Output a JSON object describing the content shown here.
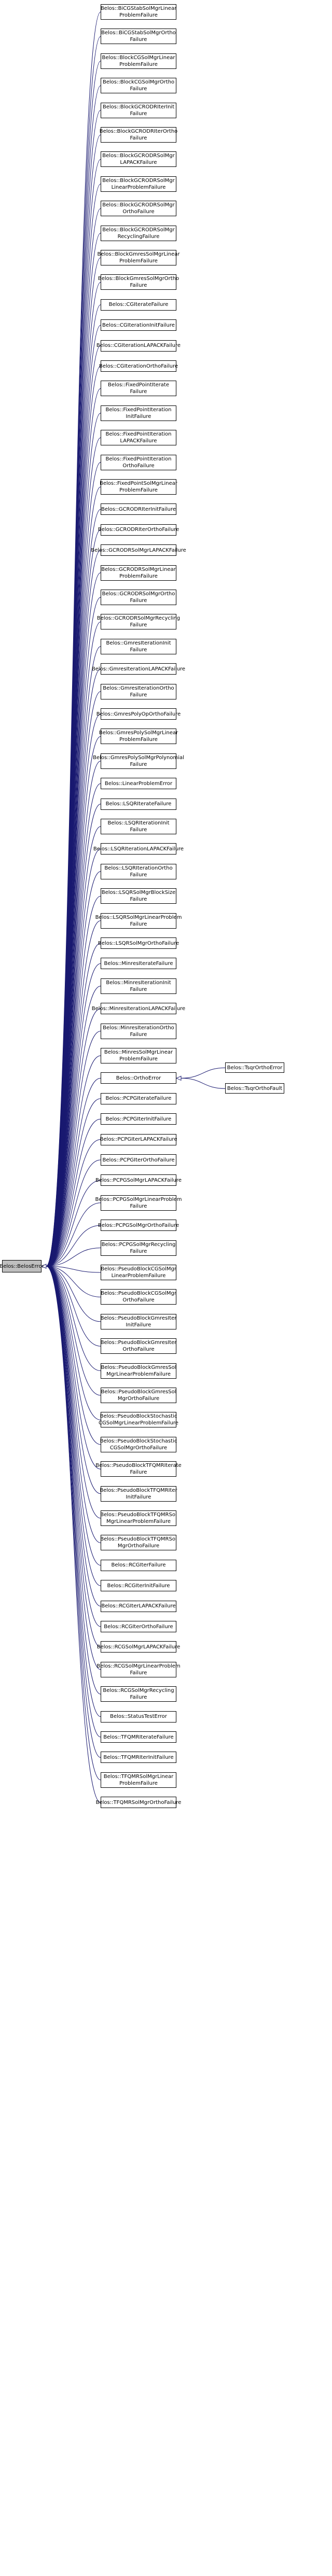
{
  "root": {
    "label": "Belos::BelosError"
  },
  "children": [
    "Belos::BiCGStabSolMgrLinear\nProblemFailure",
    "Belos::BiCGStabSolMgrOrtho\nFailure",
    "Belos::BlockCGSolMgrLinear\nProblemFailure",
    "Belos::BlockCGSolMgrOrtho\nFailure",
    "Belos::BlockGCRODRIterInit\nFailure",
    "Belos::BlockGCRODRIterOrtho\nFailure",
    "Belos::BlockGCRODRSolMgr\nLAPACKFailure",
    "Belos::BlockGCRODRSolMgr\nLinearProblemFailure",
    "Belos::BlockGCRODRSolMgr\nOrthoFailure",
    "Belos::BlockGCRODRSolMgr\nRecyclingFailure",
    "Belos::BlockGmresSolMgrLinear\nProblemFailure",
    "Belos::BlockGmresSolMgrOrtho\nFailure",
    "Belos::CGIterateFailure",
    "Belos::CGIterationInitFailure",
    "Belos::CGIterationLAPACKFailure",
    "Belos::CGIterationOrthoFailure",
    "Belos::FixedPointIterate\nFailure",
    "Belos::FixedPointIteration\nInitFailure",
    "Belos::FixedPointIteration\nLAPACKFailure",
    "Belos::FixedPointIteration\nOrthoFailure",
    "Belos::FixedPointSolMgrLinear\nProblemFailure",
    "Belos::GCRODRIterInitFailure",
    "Belos::GCRODRIterOrthoFailure",
    "Belos::GCRODRSolMgrLAPACKFailure",
    "Belos::GCRODRSolMgrLinear\nProblemFailure",
    "Belos::GCRODRSolMgrOrtho\nFailure",
    "Belos::GCRODRSolMgrRecycling\nFailure",
    "Belos::GmresIterationInit\nFailure",
    "Belos::GmresIterationLAPACKFailure",
    "Belos::GmresIterationOrtho\nFailure",
    "Belos::GmresPolyOpOrthoFailure",
    "Belos::GmresPolySolMgrLinear\nProblemFailure",
    "Belos::GmresPolySolMgrPolynomial\nFailure",
    "Belos::LinearProblemError",
    "Belos::LSQRIterateFailure",
    "Belos::LSQRIterationInit\nFailure",
    "Belos::LSQRIterationLAPACKFailure",
    "Belos::LSQRIterationOrtho\nFailure",
    "Belos::LSQRSolMgrBlockSize\nFailure",
    "Belos::LSQRSolMgrLinearProblem\nFailure",
    "Belos::LSQRSolMgrOrthoFailure",
    "Belos::MinresIterateFailure",
    "Belos::MinresIterationInit\nFailure",
    "Belos::MinresIterationLAPACKFailure",
    "Belos::MinresIterationOrtho\nFailure",
    "Belos::MinresSolMgrLinear\nProblemFailure",
    "Belos::OrthoError",
    "Belos::PCPGIterateFailure",
    "Belos::PCPGIterInitFailure",
    "Belos::PCPGIterLAPACKFailure",
    "Belos::PCPGIterOrthoFailure",
    "Belos::PCPGSolMgrLAPACKFailure",
    "Belos::PCPGSolMgrLinearProblem\nFailure",
    "Belos::PCPGSolMgrOrthoFailure",
    "Belos::PCPGSolMgrRecycling\nFailure",
    "Belos::PseudoBlockCGSolMgr\nLinearProblemFailure",
    "Belos::PseudoBlockCGSolMgr\nOrthoFailure",
    "Belos::PseudoBlockGmresIter\nInitFailure",
    "Belos::PseudoBlockGmresIter\nOrthoFailure",
    "Belos::PseudoBlockGmresSol\nMgrLinearProblemFailure",
    "Belos::PseudoBlockGmresSol\nMgrOrthoFailure",
    "Belos::PseudoBlockStochastic\nCGSolMgrLinearProblemFailure",
    "Belos::PseudoBlockStochastic\nCGSolMgrOrthoFailure",
    "Belos::PseudoBlockTFQMRIterate\nFailure",
    "Belos::PseudoBlockTFQMRIter\nInitFailure",
    "Belos::PseudoBlockTFQMRSol\nMgrLinearProblemFailure",
    "Belos::PseudoBlockTFQMRSol\nMgrOrthoFailure",
    "Belos::RCGIterFailure",
    "Belos::RCGIterInitFailure",
    "Belos::RCGIterLAPACKFailure",
    "Belos::RCGIterOrthoFailure",
    "Belos::RCGSolMgrLAPACKFailure",
    "Belos::RCGSolMgrLinearProblem\nFailure",
    "Belos::RCGSolMgrRecycling\nFailure",
    "Belos::StatusTestError",
    "Belos::TFQMRIterateFailure",
    "Belos::TFQMRIterInitFailure",
    "Belos::TFQMRSolMgrLinear\nProblemFailure",
    "Belos::TFQMRSolMgrOrthoFailure"
  ],
  "ortho_children": [
    "Belos::TsqrOrthoError",
    "Belos::TsqrOrthoFault"
  ],
  "colors": {
    "root_fill": "#bfbfbf",
    "node_fill": "#ffffff",
    "node_border": "#000000",
    "edge": "#191970"
  }
}
